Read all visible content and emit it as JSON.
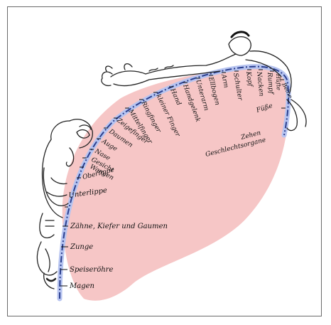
{
  "diagram": {
    "colors": {
      "cortex_fill": "#f6c6c6",
      "outline": "#2b3f8f",
      "outline_glow": "#b7c4f0",
      "ink": "#111111"
    },
    "labels": {
      "zehen": "Zehen",
      "geschlechtsorgane": "Geschlechtsorgane",
      "fuesse": "Füße",
      "beine": "Beine",
      "huefte": "Hüfte",
      "rumpf": "Rumpf",
      "nacken": "Nacken",
      "kopf": "Kopf",
      "schulter": "Schulter",
      "arm": "Arm",
      "ellbogen": "Ellbogen",
      "unterarm": "Unterarm",
      "handgelenk": "Handgelenk",
      "hand": "Hand",
      "kleiner_finger": "kleiner Finger",
      "ringfinger": "Ringfinger",
      "mittelfinger": "Mittelfinger",
      "zeigefinger": "Zeigefinger",
      "daumen": "Daumen",
      "auge": "Auge",
      "nase": "Nase",
      "gesicht": "Gesicht",
      "wangen": "Wangen",
      "oberlippe": "Oberlippe",
      "unterlippe": "Unterlippe",
      "zaehne": "Zähne, Kiefer und Gaumen",
      "zunge": "Zunge",
      "speiseroehre": "Speiseröhre",
      "magen": "Magen"
    }
  }
}
